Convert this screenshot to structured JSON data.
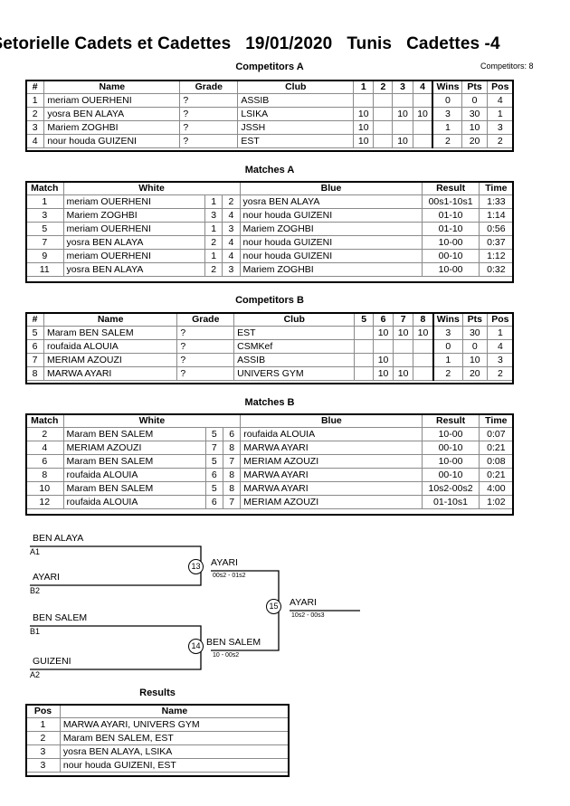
{
  "header": {
    "title_parts": [
      "in Setorielle Cadets et Cadettes",
      "19/01/2020",
      "Tunis",
      "Cadettes -4"
    ],
    "competitors_label": "Competitors: 8"
  },
  "sections": {
    "competitors_a": "Competitors A",
    "matches_a": "Matches A",
    "competitors_b": "Competitors B",
    "matches_b": "Matches B",
    "results": "Results"
  },
  "competitors_table": {
    "headers": [
      "#",
      "Name",
      "Grade",
      "Club",
      "Wins",
      "Pts",
      "Pos"
    ],
    "group_a": {
      "score_headers": [
        "1",
        "2",
        "3",
        "4"
      ],
      "rows": [
        {
          "num": "1",
          "name": "meriam OUERHENI",
          "grade": "?",
          "club": "ASSIB",
          "scores": [
            "",
            "",
            "",
            ""
          ],
          "wins": "0",
          "pts": "0",
          "pos": "4"
        },
        {
          "num": "2",
          "name": "yosra BEN ALAYA",
          "grade": "?",
          "club": "LSIKA",
          "scores": [
            "10",
            "",
            "10",
            "10"
          ],
          "wins": "3",
          "pts": "30",
          "pos": "1"
        },
        {
          "num": "3",
          "name": "Mariem ZOGHBI",
          "grade": "?",
          "club": "JSSH",
          "scores": [
            "10",
            "",
            "",
            ""
          ],
          "wins": "1",
          "pts": "10",
          "pos": "3"
        },
        {
          "num": "4",
          "name": "nour houda GUIZENI",
          "grade": "?",
          "club": "EST",
          "scores": [
            "10",
            "",
            "10",
            ""
          ],
          "wins": "2",
          "pts": "20",
          "pos": "2"
        }
      ]
    },
    "group_b": {
      "score_headers": [
        "5",
        "6",
        "7",
        "8"
      ],
      "rows": [
        {
          "num": "5",
          "name": "Maram BEN SALEM",
          "grade": "?",
          "club": "EST",
          "scores": [
            "",
            "10",
            "10",
            "10"
          ],
          "wins": "3",
          "pts": "30",
          "pos": "1"
        },
        {
          "num": "6",
          "name": "roufaida ALOUIA",
          "grade": "?",
          "club": "CSMKef",
          "scores": [
            "",
            "",
            "",
            ""
          ],
          "wins": "0",
          "pts": "0",
          "pos": "4"
        },
        {
          "num": "7",
          "name": "MERIAM AZOUZI",
          "grade": "?",
          "club": "ASSIB",
          "scores": [
            "",
            "10",
            "",
            ""
          ],
          "wins": "1",
          "pts": "10",
          "pos": "3"
        },
        {
          "num": "8",
          "name": "MARWA AYARI",
          "grade": "?",
          "club": "UNIVERS GYM",
          "scores": [
            "",
            "10",
            "10",
            ""
          ],
          "wins": "2",
          "pts": "20",
          "pos": "2"
        }
      ]
    }
  },
  "matches_table": {
    "headers": [
      "Match",
      "White",
      "Blue",
      "Result",
      "Time"
    ],
    "group_a": [
      {
        "match": "1",
        "white": "meriam OUERHENI",
        "wn": "1",
        "bn": "2",
        "blue": "yosra BEN ALAYA",
        "result": "00s1-10s1",
        "time": "1:33"
      },
      {
        "match": "3",
        "white": "Mariem ZOGHBI",
        "wn": "3",
        "bn": "4",
        "blue": "nour houda GUIZENI",
        "result": "01-10",
        "time": "1:14"
      },
      {
        "match": "5",
        "white": "meriam OUERHENI",
        "wn": "1",
        "bn": "3",
        "blue": "Mariem ZOGHBI",
        "result": "01-10",
        "time": "0:56"
      },
      {
        "match": "7",
        "white": "yosra BEN ALAYA",
        "wn": "2",
        "bn": "4",
        "blue": "nour houda GUIZENI",
        "result": "10-00",
        "time": "0:37"
      },
      {
        "match": "9",
        "white": "meriam OUERHENI",
        "wn": "1",
        "bn": "4",
        "blue": "nour houda GUIZENI",
        "result": "00-10",
        "time": "1:12"
      },
      {
        "match": "11",
        "white": "yosra BEN ALAYA",
        "wn": "2",
        "bn": "3",
        "blue": "Mariem ZOGHBI",
        "result": "10-00",
        "time": "0:32"
      }
    ],
    "group_b": [
      {
        "match": "2",
        "white": "Maram BEN SALEM",
        "wn": "5",
        "bn": "6",
        "blue": "roufaida ALOUIA",
        "result": "10-00",
        "time": "0:07"
      },
      {
        "match": "4",
        "white": "MERIAM AZOUZI",
        "wn": "7",
        "bn": "8",
        "blue": "MARWA AYARI",
        "result": "00-10",
        "time": "0:21"
      },
      {
        "match": "6",
        "white": "Maram BEN SALEM",
        "wn": "5",
        "bn": "7",
        "blue": "MERIAM AZOUZI",
        "result": "10-00",
        "time": "0:08"
      },
      {
        "match": "8",
        "white": "roufaida ALOUIA",
        "wn": "6",
        "bn": "8",
        "blue": "MARWA AYARI",
        "result": "00-10",
        "time": "0:21"
      },
      {
        "match": "10",
        "white": "Maram BEN SALEM",
        "wn": "5",
        "bn": "8",
        "blue": "MARWA AYARI",
        "result": "10s2-00s2",
        "time": "4:00"
      },
      {
        "match": "12",
        "white": "roufaida ALOUIA",
        "wn": "6",
        "bn": "7",
        "blue": "MERIAM AZOUZI",
        "result": "01-10s1",
        "time": "1:02"
      }
    ]
  },
  "bracket": {
    "entries": [
      {
        "name": "BEN ALAYA",
        "seed": "A1"
      },
      {
        "name": "AYARI",
        "seed": "B2"
      },
      {
        "name": "BEN SALEM",
        "seed": "B1"
      },
      {
        "name": "GUIZENI",
        "seed": "A2"
      }
    ],
    "semifinals": [
      {
        "num": "13",
        "winner": "AYARI",
        "score": "00s2 - 01s2"
      },
      {
        "num": "14",
        "winner": "BEN SALEM",
        "score": "10 - 00s2"
      }
    ],
    "final": {
      "num": "15",
      "winner": "AYARI",
      "score": "10s2 - 00s3"
    }
  },
  "results_table": {
    "headers": [
      "Pos",
      "Name"
    ],
    "rows": [
      {
        "pos": "1",
        "name": "MARWA AYARI, UNIVERS GYM"
      },
      {
        "pos": "2",
        "name": "Maram BEN SALEM, EST"
      },
      {
        "pos": "3",
        "name": "yosra BEN ALAYA, LSIKA"
      },
      {
        "pos": "3",
        "name": "nour houda GUIZENI, EST"
      }
    ]
  }
}
